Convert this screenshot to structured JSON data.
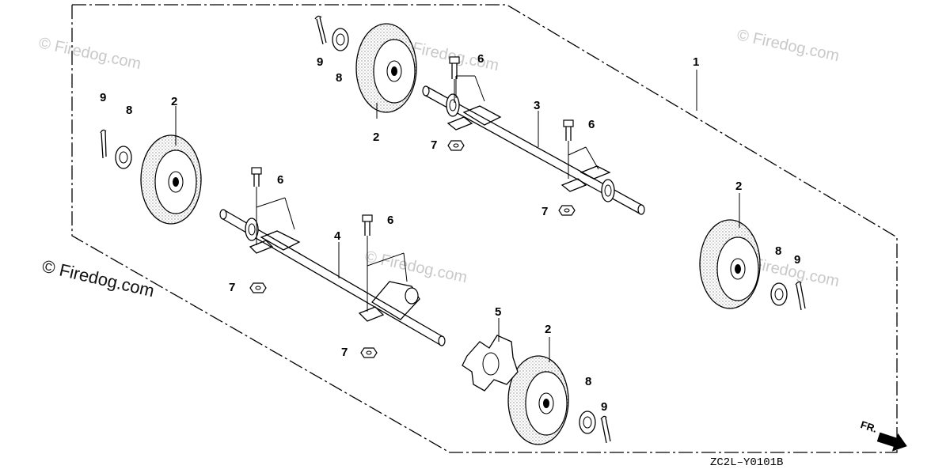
{
  "watermarks": {
    "main": "© Firedog.com",
    "faint": [
      "© Firedog.com",
      "© Firedog.com",
      "© Firedog.com",
      "© Firedog.com",
      "© Firedog.com"
    ]
  },
  "callouts": {
    "axle_assembly": "1",
    "wheel": "2",
    "front_axle": "3",
    "rear_axle": "4",
    "wheel_cap": "5",
    "bolt": "6",
    "nut": "7",
    "washer": "8",
    "cotter_pin": "9"
  },
  "diagram_code": "ZC2L–Y0101B",
  "direction_label": "FR."
}
